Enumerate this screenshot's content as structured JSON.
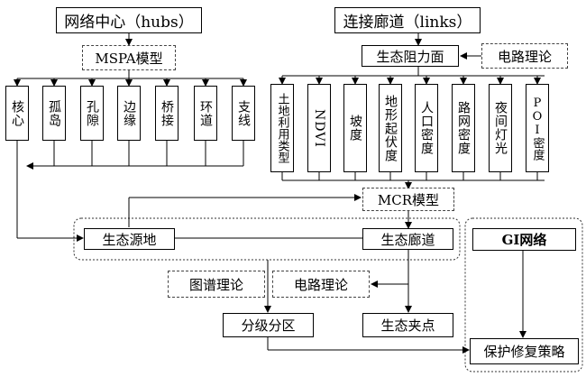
{
  "hubs": {
    "title": "网络中心（hubs）",
    "mspa": "MSPA模型",
    "elements": [
      "核心",
      "孤岛",
      "孔隙",
      "边缘",
      "桥接",
      "环道",
      "支线"
    ]
  },
  "links": {
    "title": "连接廊道（links）",
    "resistance": "生态阻力面",
    "circuit": "电路理论",
    "factors": [
      "土地利用类型",
      "NDVI",
      "坡度",
      "地形起伏度",
      "人口密度",
      "路网密度",
      "夜间灯光",
      "POI密度"
    ]
  },
  "mcr": "MCR模型",
  "source": "生态源地",
  "corridor": "生态廊道",
  "graph_theory": "图谱理论",
  "circuit2": "电路理论",
  "grading": "分级分区",
  "pinch": "生态夹点",
  "gi": "GI网络",
  "strategy": "保护修复策略"
}
